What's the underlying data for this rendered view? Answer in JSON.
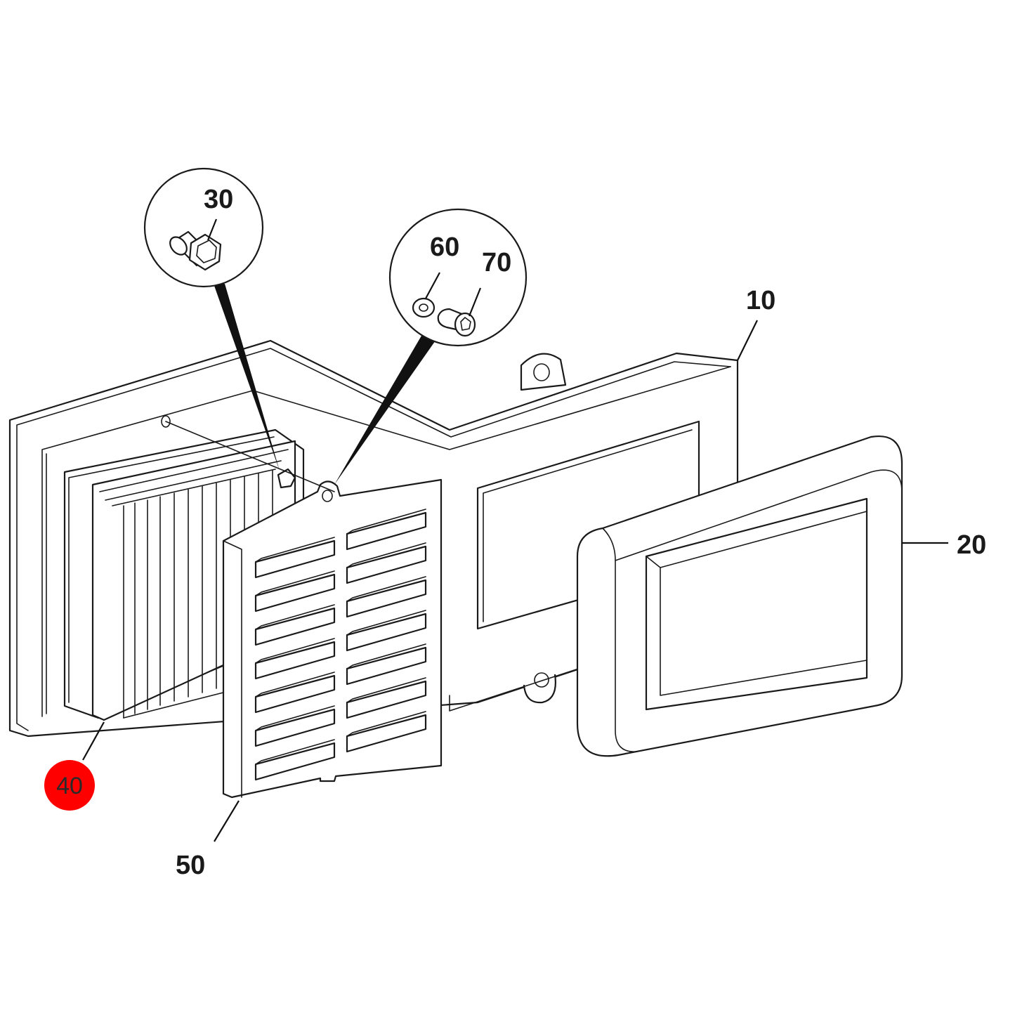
{
  "callouts": {
    "part_10": "10",
    "part_20": "20",
    "part_30": "30",
    "part_40": "40",
    "part_50": "50",
    "part_60": "60",
    "part_70": "70"
  },
  "highlight_color": "#ff0000",
  "highlighted_part": "40"
}
